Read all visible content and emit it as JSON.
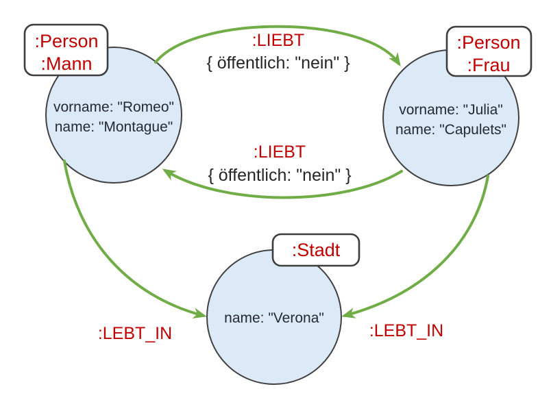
{
  "diagram": {
    "kind": "property-graph",
    "colors": {
      "edge_green": "#70ad47",
      "label_red": "#c00000",
      "node_fill": "#dce9f6",
      "node_border": "#404040"
    },
    "nodes": [
      {
        "id": "romeo",
        "labels": [
          ":Person",
          ":Mann"
        ],
        "properties": [
          "vorname: \"Romeo\"",
          "name: \"Montague\""
        ]
      },
      {
        "id": "julia",
        "labels": [
          ":Person",
          ":Frau"
        ],
        "properties": [
          "vorname: \"Julia\"",
          "name: \"Capulets\""
        ]
      },
      {
        "id": "verona",
        "labels": [
          ":Stadt"
        ],
        "properties": [
          "name: \"Verona\""
        ]
      }
    ],
    "edges": [
      {
        "id": "liebt-top",
        "from": "romeo",
        "to": "julia",
        "type": ":LIEBT",
        "properties": "{ öffentlich: \"nein\" }"
      },
      {
        "id": "liebt-bottom",
        "from": "julia",
        "to": "romeo",
        "type": ":LIEBT",
        "properties": "{ öffentlich: \"nein\" }"
      },
      {
        "id": "lebt-in-left",
        "from": "romeo",
        "to": "verona",
        "type": ":LEBT_IN"
      },
      {
        "id": "lebt-in-right",
        "from": "julia",
        "to": "verona",
        "type": ":LEBT_IN"
      }
    ]
  }
}
